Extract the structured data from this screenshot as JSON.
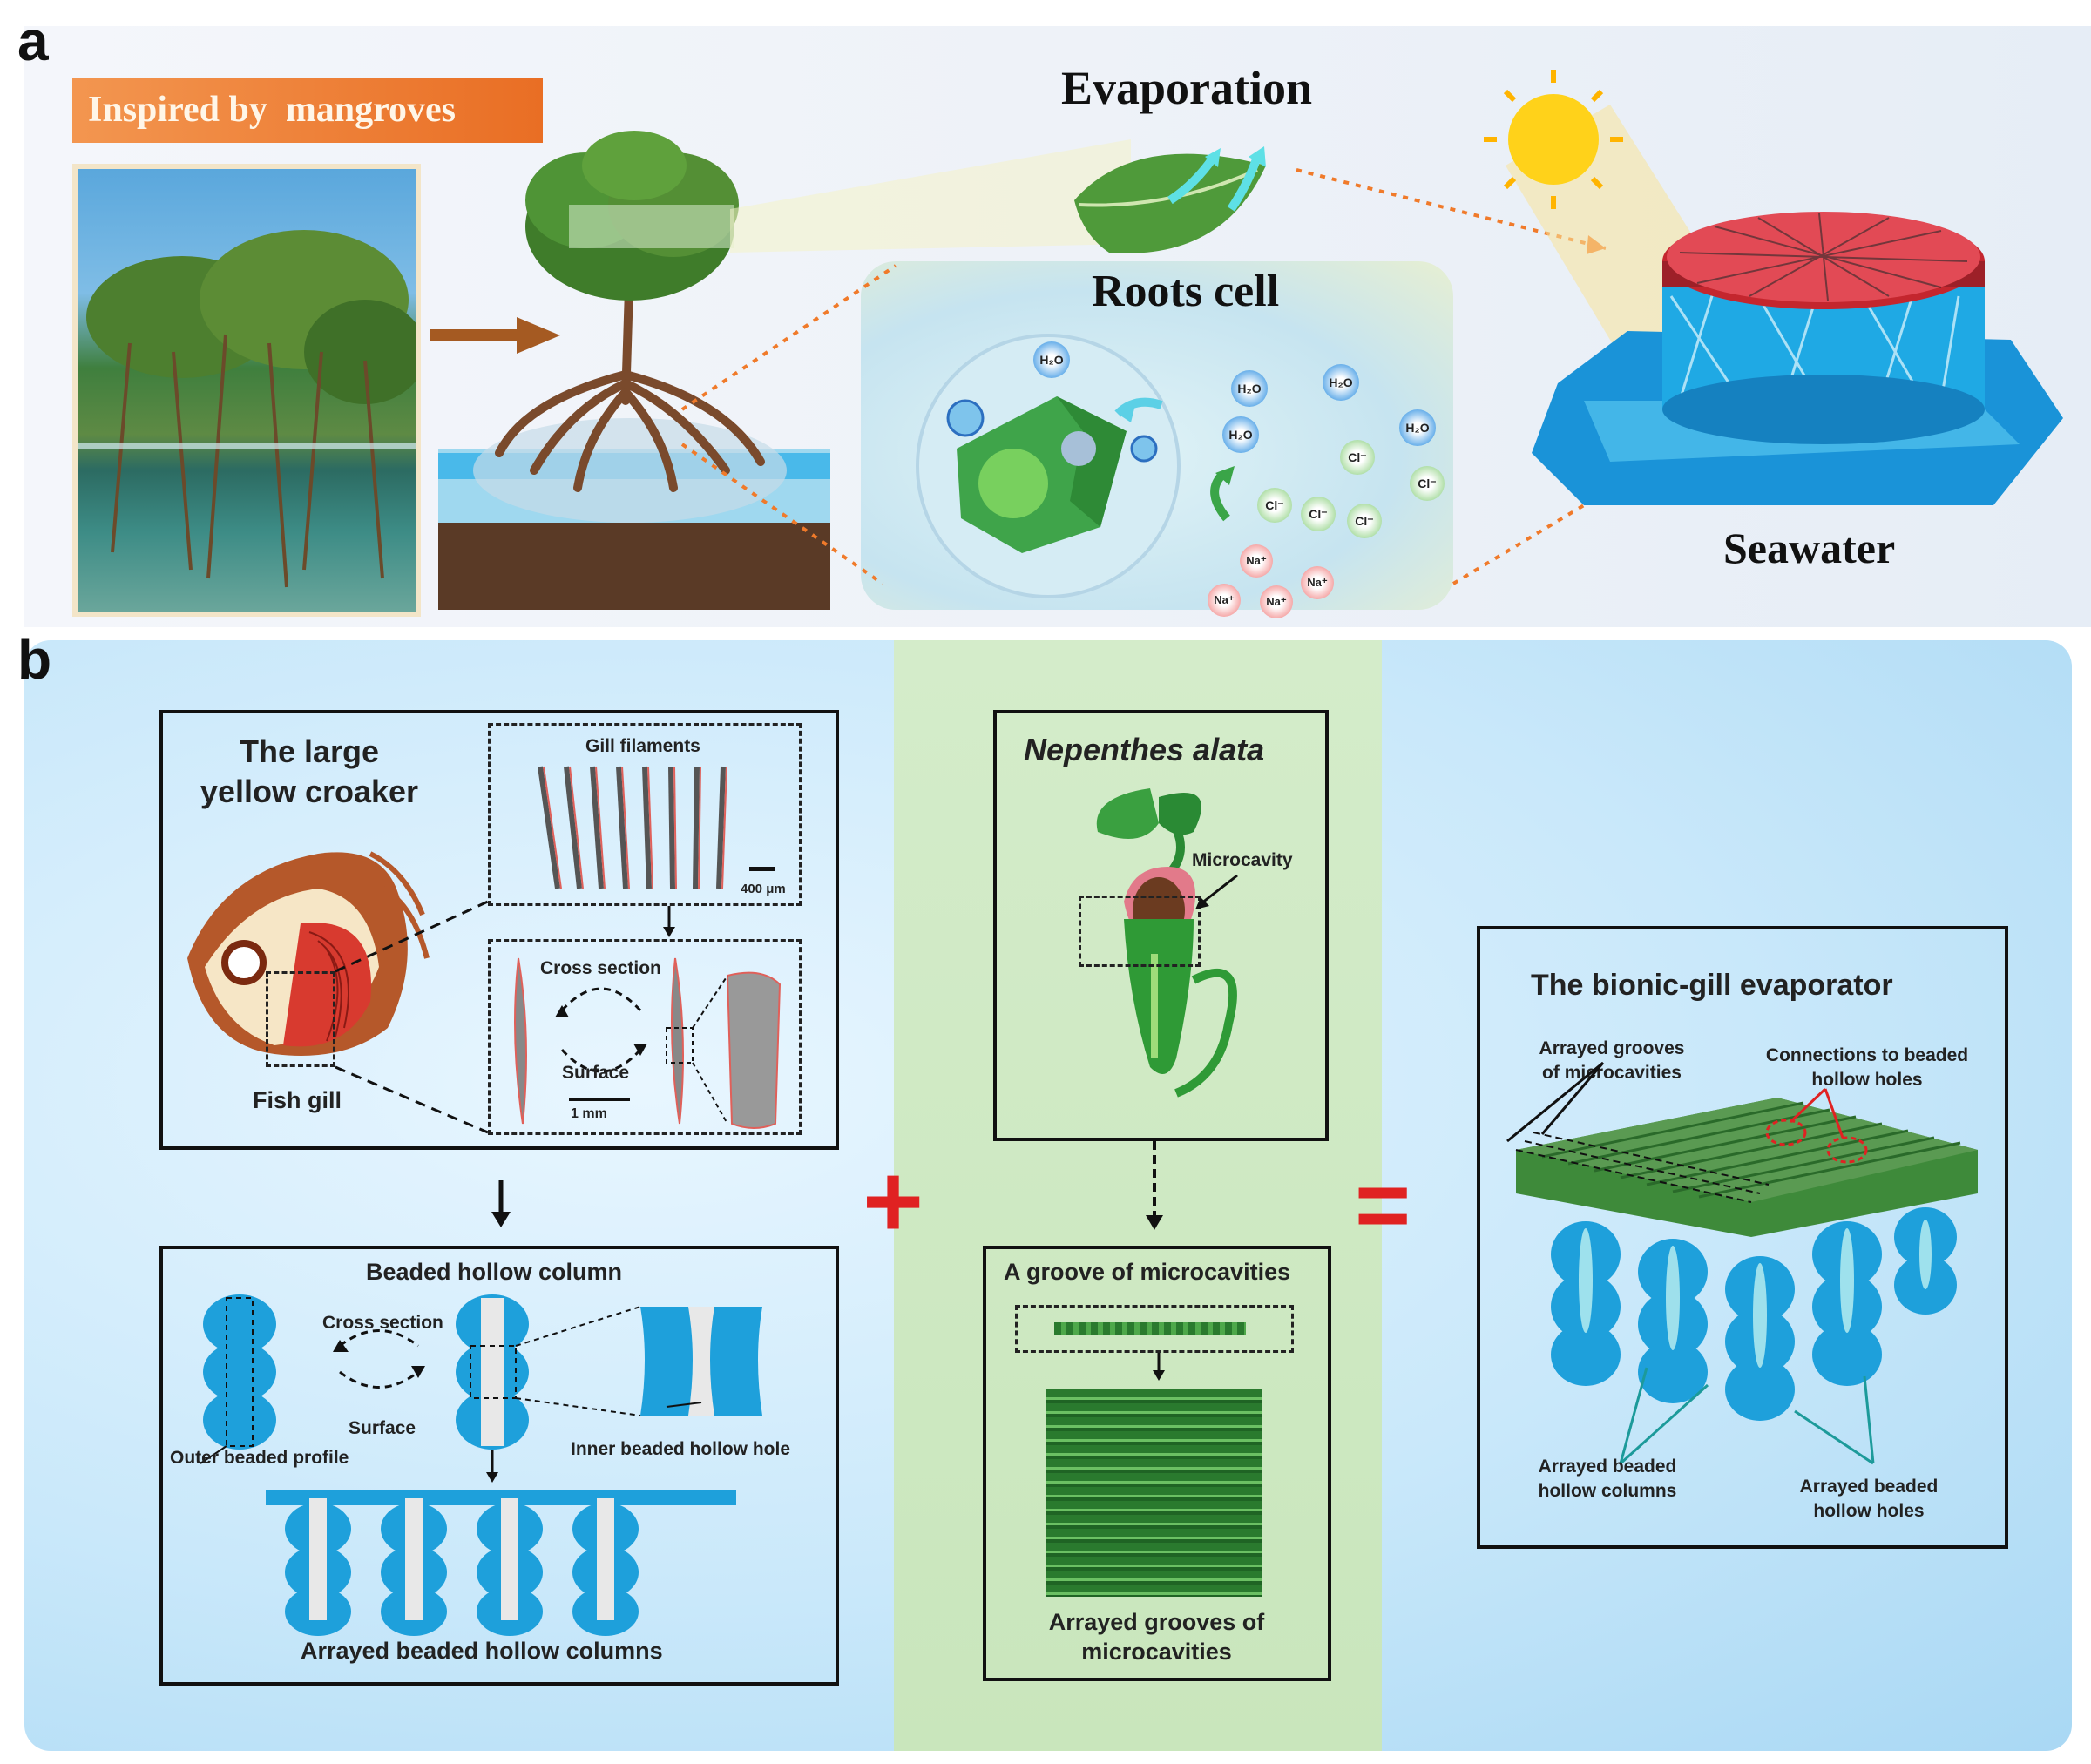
{
  "panel_a": {
    "letter": "a",
    "banner": "Inspired by  mangroves",
    "evaporation": "Evaporation",
    "roots_cell": "Roots cell",
    "seawater": "Seawater",
    "ions": {
      "water": "H₂O",
      "chloride": "Cl⁻",
      "sodium": "Na⁺"
    }
  },
  "panel_b": {
    "letter": "b",
    "croaker_title": "The large\nyellow croaker",
    "gill_filaments": "Gill filaments",
    "scale_400": "400 μm",
    "cross_section": "Cross section",
    "surface": "Surface",
    "scale_1mm": "1 mm",
    "fish_gill": "Fish gill",
    "beaded_title": "Beaded hollow column",
    "cross_section_2": "Cross section",
    "surface_2": "Surface",
    "outer_profile": "Outer beaded profile",
    "inner_hole": "Inner beaded hollow hole",
    "arrayed_columns": "Arrayed beaded hollow columns",
    "nepenthes": "Nepenthes alata",
    "microcavity": "Microcavity",
    "groove_title": "A groove of microcavities",
    "arrayed_grooves": "Arrayed grooves of\nmicrocavities",
    "plus": "+",
    "equals": "=",
    "evaporator_title": "The bionic-gill evaporator",
    "ev_grooves": "Arrayed grooves\nof microcavities",
    "ev_connections": "Connections to beaded\nhollow holes",
    "ev_columns": "Arrayed beaded\nhollow columns",
    "ev_holes": "Arrayed beaded\nhollow holes"
  },
  "colors": {
    "banner": "#f07a2a",
    "leaf": "#4f9a3a",
    "water": "#2aa8e8",
    "gill_red": "#d83a2f",
    "column_blue": "#1ea0db",
    "plus_red": "#e02222",
    "nepenthes_green": "#2f9a36",
    "panel_b_green": "#cfe9c2"
  }
}
